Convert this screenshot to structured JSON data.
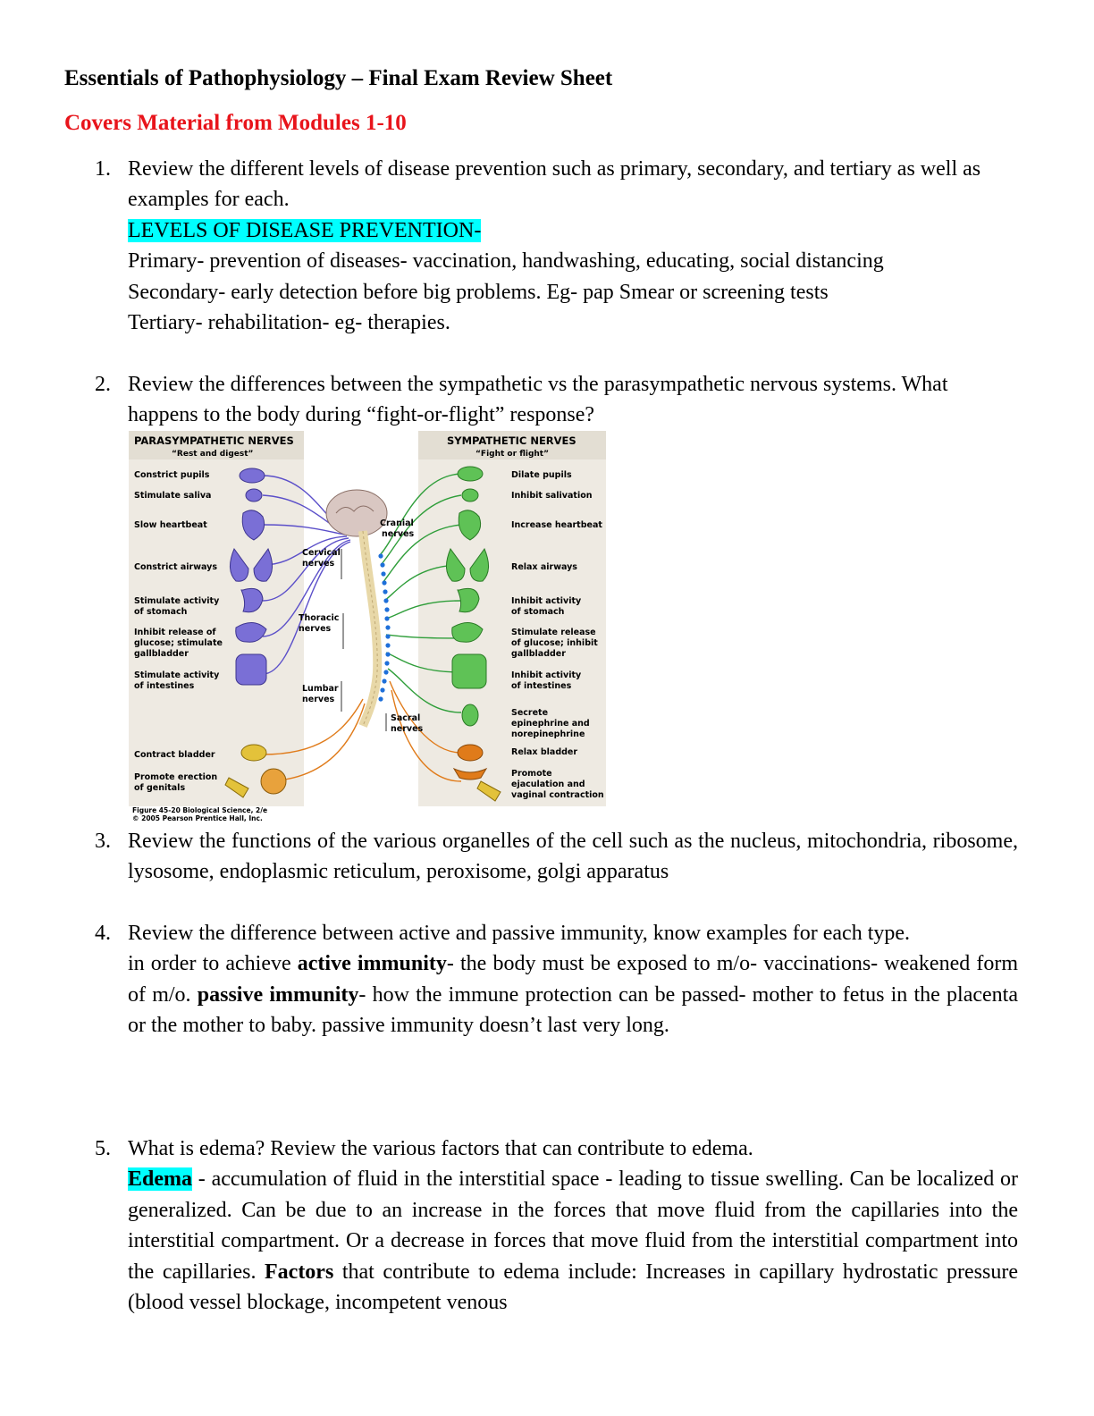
{
  "title": "Essentials of Pathophysiology – Final Exam Review Sheet",
  "subtitle": "Covers Material from Modules 1-10",
  "q1": {
    "num": "1.",
    "prompt": "Review the different levels of disease prevention such as primary, secondary, and tertiary as well as examples for each.",
    "heading": "LEVELS OF DISEASE PREVENTION-",
    "lines": [
      "Primary- prevention of diseases- vaccination, handwashing, educating, social distancing",
      "Secondary- early detection before big problems. Eg- pap Smear or screening tests",
      "Tertiary- rehabilitation- eg- therapies."
    ]
  },
  "q2": {
    "num": "2.",
    "prompt": "Review the differences between the sympathetic vs the parasympathetic nervous systems. What happens to the body during “fight-or-flight” response?"
  },
  "figure": {
    "para_title": "PARASYMPATHETIC NERVES",
    "para_sub": "“Rest and digest”",
    "symp_title": "SYMPATHETIC NERVES",
    "symp_sub": "“Fight or flight”",
    "para_labels": [
      [
        "Constrict pupils"
      ],
      [
        "Stimulate saliva"
      ],
      [
        "Slow heartbeat"
      ],
      [
        "Constrict airways"
      ],
      [
        "Stimulate activity",
        "of stomach"
      ],
      [
        "Inhibit release of",
        "glucose; stimulate",
        "gallbladder"
      ],
      [
        "Stimulate activity",
        "of intestines"
      ],
      [
        "Contract bladder"
      ],
      [
        "Promote erection",
        "of genitals"
      ]
    ],
    "symp_labels": [
      [
        "Dilate pupils"
      ],
      [
        "Inhibit salivation"
      ],
      [
        "Increase heartbeat"
      ],
      [
        "Relax airways"
      ],
      [
        "Inhibit activity",
        "of stomach"
      ],
      [
        "Stimulate release",
        "of glucose; inhibit",
        "gallbladder"
      ],
      [
        "Inhibit activity",
        "of intestines"
      ],
      [
        "Secrete",
        "epinephrine and",
        "norepinephrine"
      ],
      [
        "Relax bladder"
      ],
      [
        "Promote",
        "ejaculation and",
        "vaginal contraction"
      ]
    ],
    "nerve_labels": {
      "cranial": [
        "Cranial",
        "nerves"
      ],
      "cervical": [
        "Cervical",
        "nerves"
      ],
      "thoracic": [
        "Thoracic",
        "nerves"
      ],
      "lumbar": [
        "Lumbar",
        "nerves"
      ],
      "sacral": [
        "Sacral",
        "nerves"
      ]
    },
    "caption": [
      "Figure 45-20 Biological Science, 2/e",
      "© 2005 Pearson Prentice Hall, Inc."
    ],
    "colors": {
      "para": "#6a5acd",
      "symp": "#3cb043",
      "sacral": "#e07b1a",
      "panel": "#eeeae2"
    }
  },
  "q3": {
    "num": "3.",
    "prompt": "Review the functions of the various organelles of the cell such as the nucleus, mitochondria, ribosome, lysosome, endoplasmic reticulum, peroxisome, golgi apparatus"
  },
  "q4": {
    "num": "4.",
    "prompt": "Review the difference between active and passive immunity, know examples for each type.",
    "a_pre": "in order to achieve ",
    "a_b1": "active immunity",
    "a_mid": "- the body must be exposed to m/o- vaccinations- weakened form of m/o. ",
    "a_b2": "passive immunity",
    "a_post": "- how the immune protection can be passed- mother to fetus in the placenta or the mother to baby. passive immunity doesn’t last very long."
  },
  "q5": {
    "num": "5.",
    "prompt": "What is edema? Review the various factors that can contribute to edema.",
    "term": "Edema",
    "a1": " - accumulation of fluid in the interstitial space - leading to tissue swelling. Can be localized or generalized. Can be due to an increase in the forces that move fluid from the capillaries into the interstitial compartment. Or a decrease in forces that move fluid from the interstitial compartment into the capillaries. ",
    "b": "Factors",
    "a2": " that contribute to edema include: Increases in capillary hydrostatic pressure (blood vessel blockage, incompetent venous"
  }
}
